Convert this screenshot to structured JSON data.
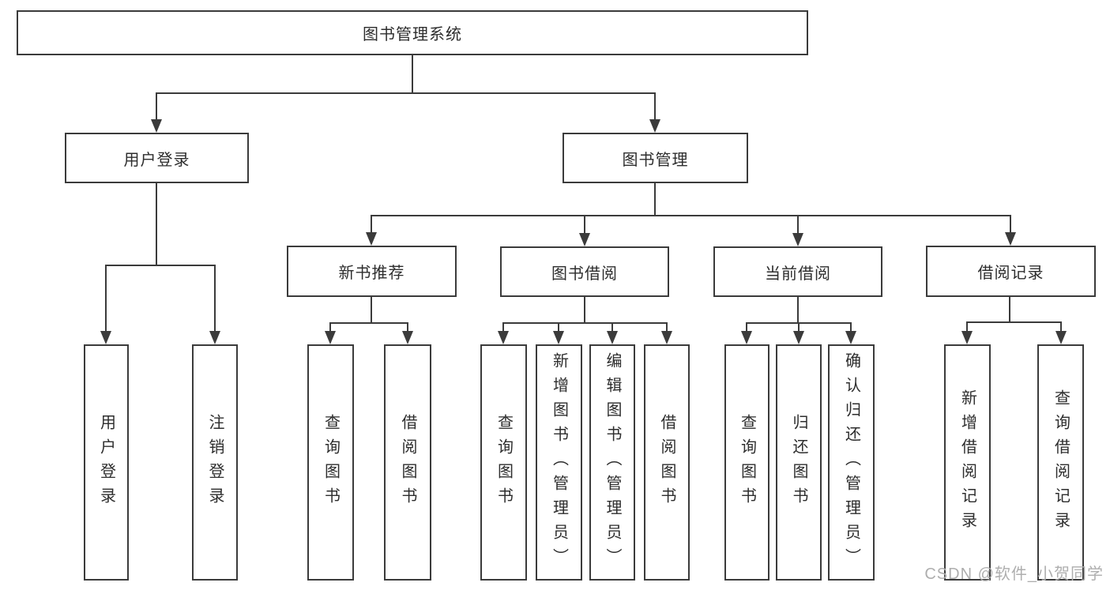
{
  "diagram": {
    "type": "tree",
    "root": {
      "label": "图书管理系统",
      "children": [
        {
          "label": "用户登录",
          "children": [
            {
              "label": "用户登录"
            },
            {
              "label": "注销登录"
            }
          ]
        },
        {
          "label": "图书管理",
          "children": [
            {
              "label": "新书推荐",
              "children": [
                {
                  "label": "查询图书"
                },
                {
                  "label": "借阅图书"
                }
              ]
            },
            {
              "label": "图书借阅",
              "children": [
                {
                  "label": "查询图书"
                },
                {
                  "label": "新增图书（管理员）"
                },
                {
                  "label": "编辑图书（管理员）"
                },
                {
                  "label": "借阅图书"
                }
              ]
            },
            {
              "label": "当前借阅",
              "children": [
                {
                  "label": "查询图书"
                },
                {
                  "label": "归还图书"
                },
                {
                  "label": "确认归还（管理员）"
                }
              ]
            },
            {
              "label": "借阅记录",
              "children": [
                {
                  "label": "新增借阅记录"
                },
                {
                  "label": "查询借阅记录"
                }
              ]
            }
          ]
        }
      ]
    },
    "colors": {
      "line": "#3b3b3b",
      "text": "#2d2d2d",
      "box_fill": "#ffffff",
      "background": "#ffffff",
      "watermark": "#aeaeae"
    }
  },
  "watermark": {
    "text": "CSDN @软件_小贺同学"
  }
}
